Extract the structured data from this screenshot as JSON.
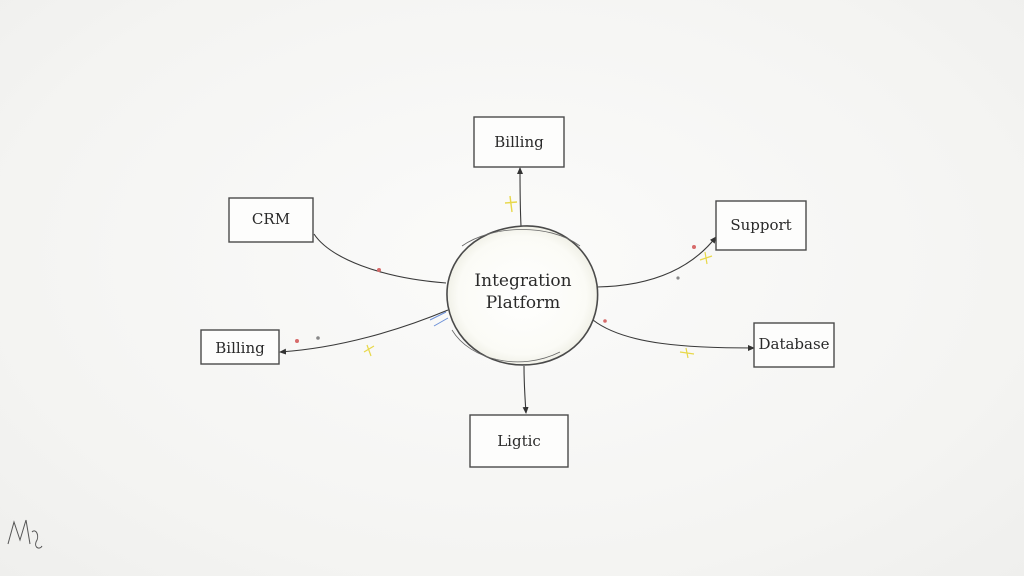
{
  "diagram": {
    "hub": {
      "line1": "Integration",
      "line2": "Platform"
    },
    "nodes": [
      {
        "id": "billing_top",
        "label": "Billing"
      },
      {
        "id": "crm",
        "label": "CRM"
      },
      {
        "id": "support",
        "label": "Support"
      },
      {
        "id": "billing_left",
        "label": "Billing"
      },
      {
        "id": "database",
        "label": "Database"
      },
      {
        "id": "logic",
        "label": "Ligtic"
      }
    ]
  },
  "colors": {
    "ink": "#3a3a3a",
    "paper": "#f6f6f5",
    "accent_yellow": "#e8d84a",
    "accent_red": "#d76a6a",
    "accent_blue": "#6a8fd7"
  }
}
